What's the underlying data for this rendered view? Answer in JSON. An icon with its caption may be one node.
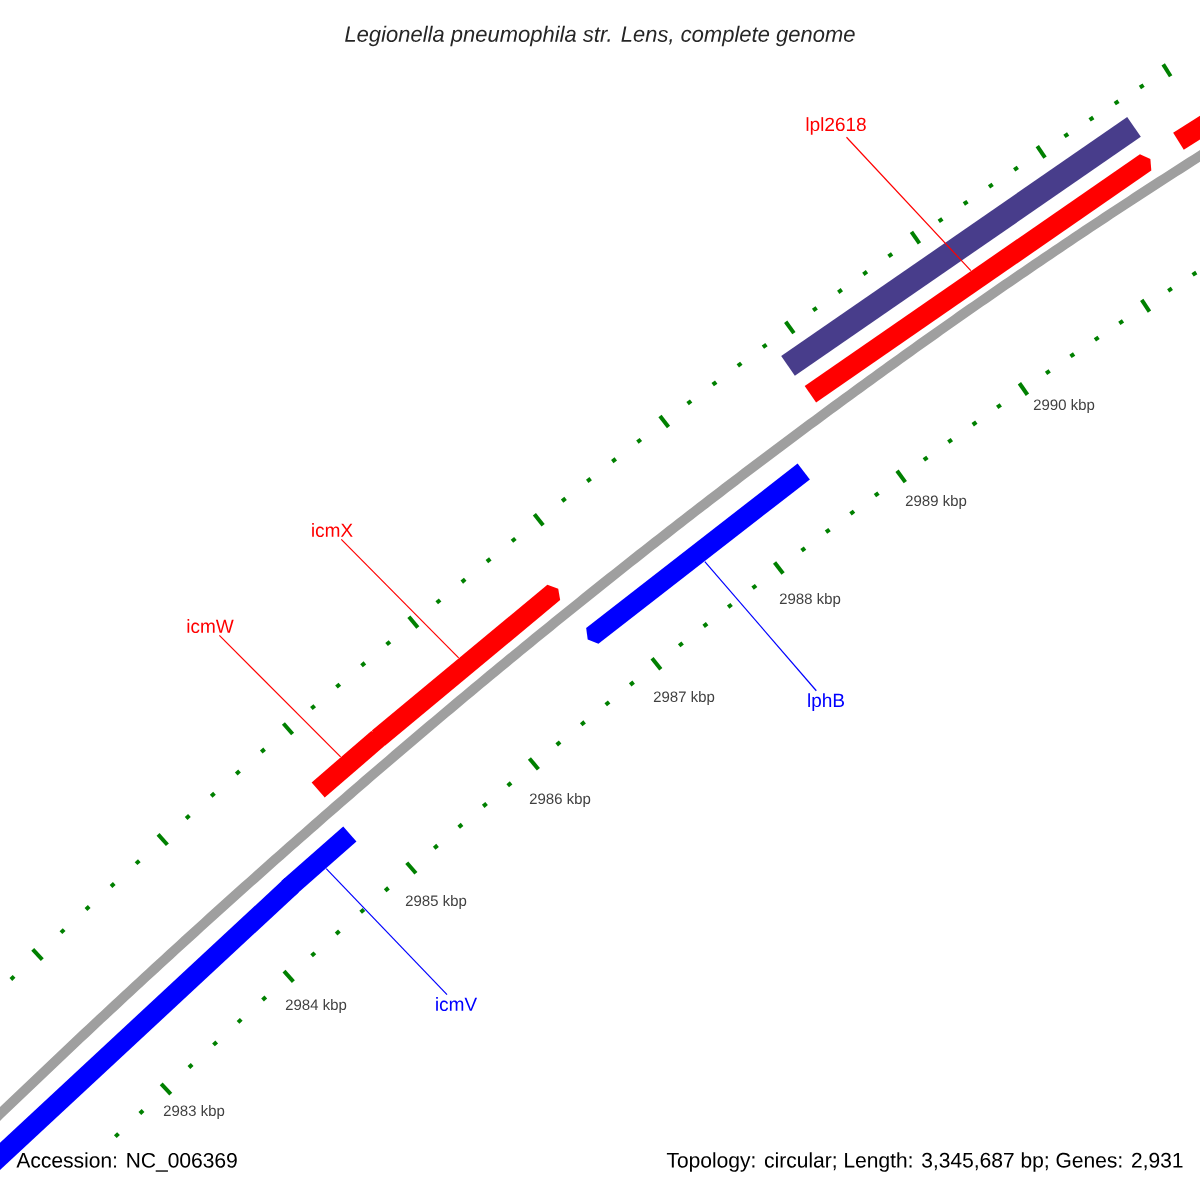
{
  "diagram": {
    "title": "*Legionella pneumophila* str. Lens, complete genome",
    "nodes": [
      {
        "text": [
          "lpl2618"
        ]
      },
      {
        "text": [
          "icmX"
        ]
      },
      {
        "text": [
          "icmW"
        ]
      },
      {
        "text": [
          "lphB"
        ]
      },
      {
        "text": [
          "icmV"
        ]
      },
      {
        "text": [],
        "shape": "arrow"
      },
      {
        "text": [],
        "shape": "arrow"
      },
      {
        "text": [],
        "shape": "arrow"
      },
      {
        "text": [],
        "shape": "arrow"
      },
      {
        "text": [],
        "shape": "arrow"
      },
      {
        "text": [],
        "shape": "bar"
      },
      {
        "text": [],
        "shape": "arrow"
      },
      {
        "text": [],
        "shape": "arrow"
      }
    ],
    "edges": [
      {
        "from": 0,
        "to": 11,
        "arrow": "none"
      },
      {
        "from": 1,
        "to": 8,
        "arrow": "none"
      },
      {
        "from": 2,
        "to": 7,
        "arrow": "none"
      },
      {
        "from": 3,
        "to": 9,
        "arrow": "none",
        "color": "#0000ff"
      },
      {
        "from": 4,
        "to": 6,
        "arrow": "none",
        "color": "#0000ff"
      }
    ],
    "labels": [
      "2983 kbp",
      "2984 kbp",
      "2985 kbp",
      "2986 kbp",
      "2987 kbp",
      "2988 kbp",
      "2989 kbp",
      "2990 kbp",
      "Accession: NC_006369",
      "Topology: circular; Length: 3,345,687 bp; Genes: 2,931"
    ]
  }
}
